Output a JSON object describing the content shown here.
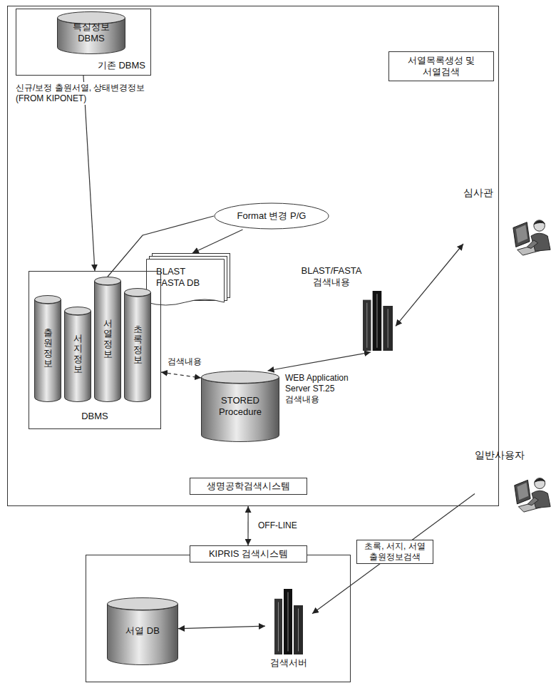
{
  "diagram": {
    "nodes": [
      {
        "text": [
          "생명공학검색시스템"
        ]
      },
      {
        "text": [
          "기존 DBMS"
        ],
        "in": 0
      },
      {
        "text": [
          "특실정보 DBMS"
        ],
        "in": 1
      },
      {
        "text": [
          "서열목록생성 및 서열검색"
        ],
        "in": 0
      },
      {
        "text": [
          "Format 변경 P/G"
        ],
        "in": 0
      },
      {
        "text": [
          "심사관"
        ]
      },
      {
        "text": [
          "BLAST FASTA DB"
        ],
        "in": 0
      },
      {
        "text": [
          "BLAST/FASTA 검색내용"
        ],
        "in": 0
      },
      {
        "text": [
          "DBMS"
        ],
        "in": 0
      },
      {
        "text": [
          "출원정보"
        ],
        "in": 8
      },
      {
        "text": [
          "서지정보"
        ],
        "in": 8
      },
      {
        "text": [
          "서열정보"
        ],
        "in": 8
      },
      {
        "text": [
          "초록정보"
        ],
        "in": 8
      },
      {
        "text": [
          "STORED Procedure"
        ],
        "in": 0
      },
      {
        "text": [
          "일반사용자"
        ]
      },
      {
        "text": [
          "KIPRIS 검색시스템"
        ]
      },
      {
        "text": [
          "서열 DB"
        ],
        "in": 15
      },
      {
        "text": [
          "검색서버"
        ],
        "in": 15
      }
    ],
    "edges": [
      {
        "from": 1,
        "to": 8,
        "arrow": "to",
        "label": "신규/보정 출원서열, 상태변경정보(FROM KIPONET)"
      },
      {
        "from": 4,
        "to": 11,
        "arrow": "none"
      },
      {
        "from": 4,
        "to": 6,
        "arrow": "to"
      },
      {
        "from": 8,
        "to": 13,
        "arrow": "both",
        "label": "검색내용"
      },
      {
        "from": 13,
        "to": 7,
        "arrow": "both",
        "label": "WEB Application Server ST.25 검색내용"
      },
      {
        "from": 7,
        "to": 5,
        "arrow": "both"
      },
      {
        "from": 0,
        "to": 15,
        "arrow": "both",
        "label": "OFF-LINE"
      },
      {
        "from": 16,
        "to": 17,
        "arrow": "both"
      },
      {
        "from": 14,
        "to": 17,
        "arrow": "to",
        "label": "초록, 서지, 서열 출원정보검색"
      }
    ]
  }
}
